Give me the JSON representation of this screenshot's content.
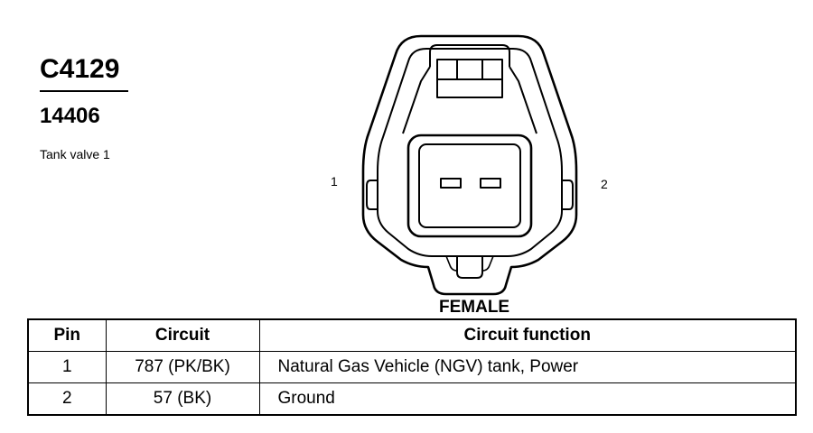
{
  "connector": {
    "code": "C4129",
    "part_number": "14406",
    "description": "Tank valve 1",
    "gender": "FEMALE",
    "pin_labels": {
      "left": "1",
      "right": "2"
    }
  },
  "pin_table": {
    "headers": {
      "pin": "Pin",
      "circuit": "Circuit",
      "function": "Circuit function"
    },
    "rows": [
      {
        "pin": "1",
        "circuit": "787 (PK/BK)",
        "function": "Natural Gas Vehicle (NGV) tank, Power"
      },
      {
        "pin": "2",
        "circuit": "57 (BK)",
        "function": "Ground"
      }
    ]
  }
}
